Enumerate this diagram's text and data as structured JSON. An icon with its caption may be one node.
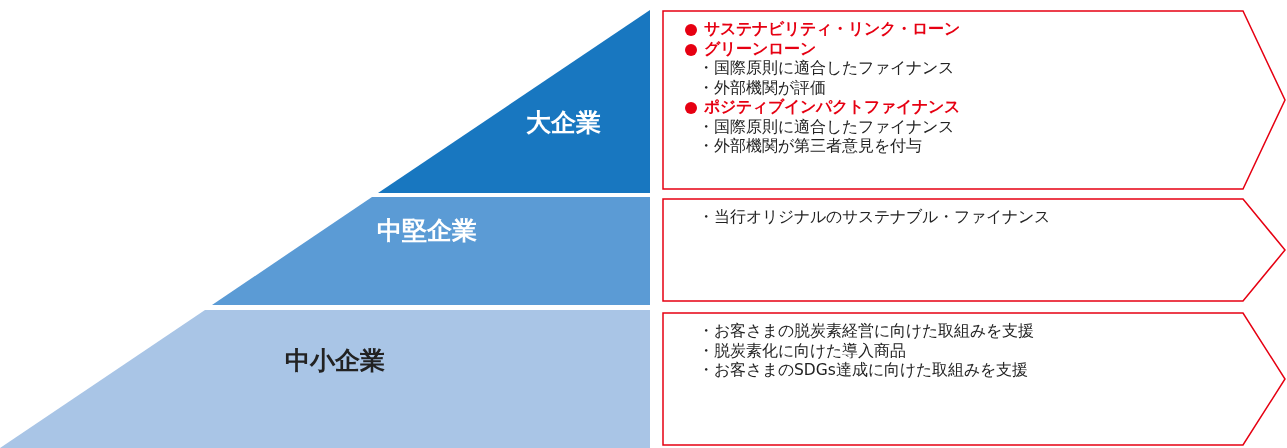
{
  "diagram": {
    "nodes": [
      {
        "text": [
          "大企業"
        ]
      },
      {
        "text": [
          "中堅企業"
        ]
      },
      {
        "text": [
          "中小企業"
        ]
      },
      {
        "text": [
          "サステナビリティ・リンク・ローン",
          "グリーンローン",
          "・国際原則に適合したファイナンス",
          "・外部機関が評価",
          "ポジティブインパクトファイナンス",
          "・国際原則に適合したファイナンス",
          "・外部機関が第三者意見を付与"
        ]
      },
      {
        "text": [
          "・当行オリジナルのサステナブル・ファイナンス"
        ]
      },
      {
        "text": [
          "・お客さまの脱炭素経営に向けた取組みを支援",
          "・脱炭素化に向けた導入商品",
          "・お客さまのSDGs達成に向けた取組みを支援"
        ]
      }
    ]
  }
}
